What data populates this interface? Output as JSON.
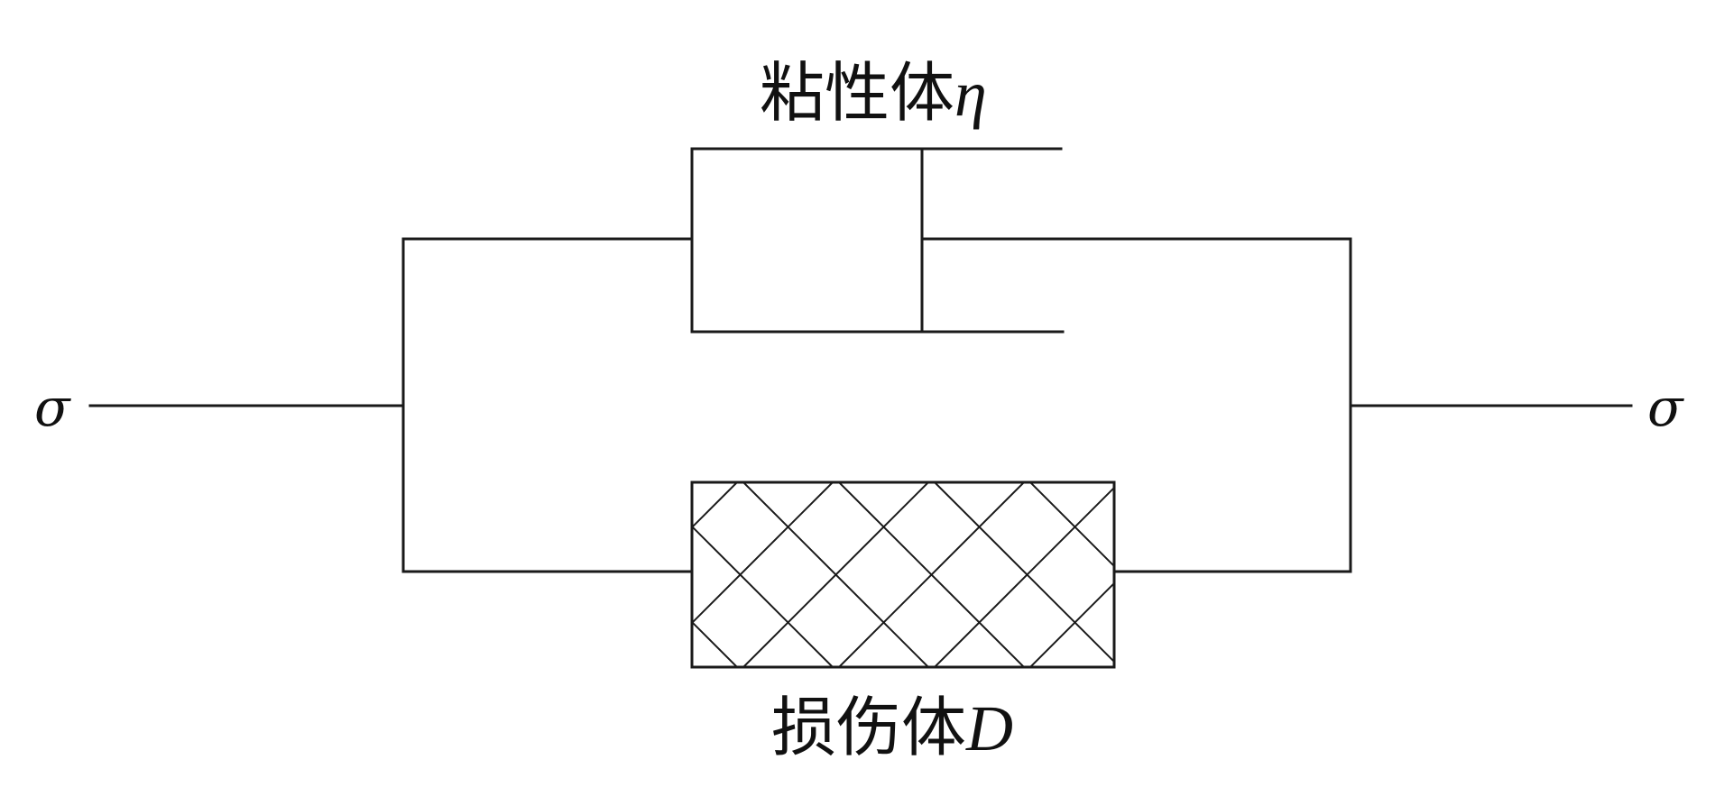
{
  "diagram": {
    "stress_symbol_left": "σ",
    "stress_symbol_right": "σ",
    "viscous_body": {
      "label": "粘性体",
      "symbol": "η"
    },
    "damage_body": {
      "label": "损伤体",
      "symbol": "D"
    }
  }
}
